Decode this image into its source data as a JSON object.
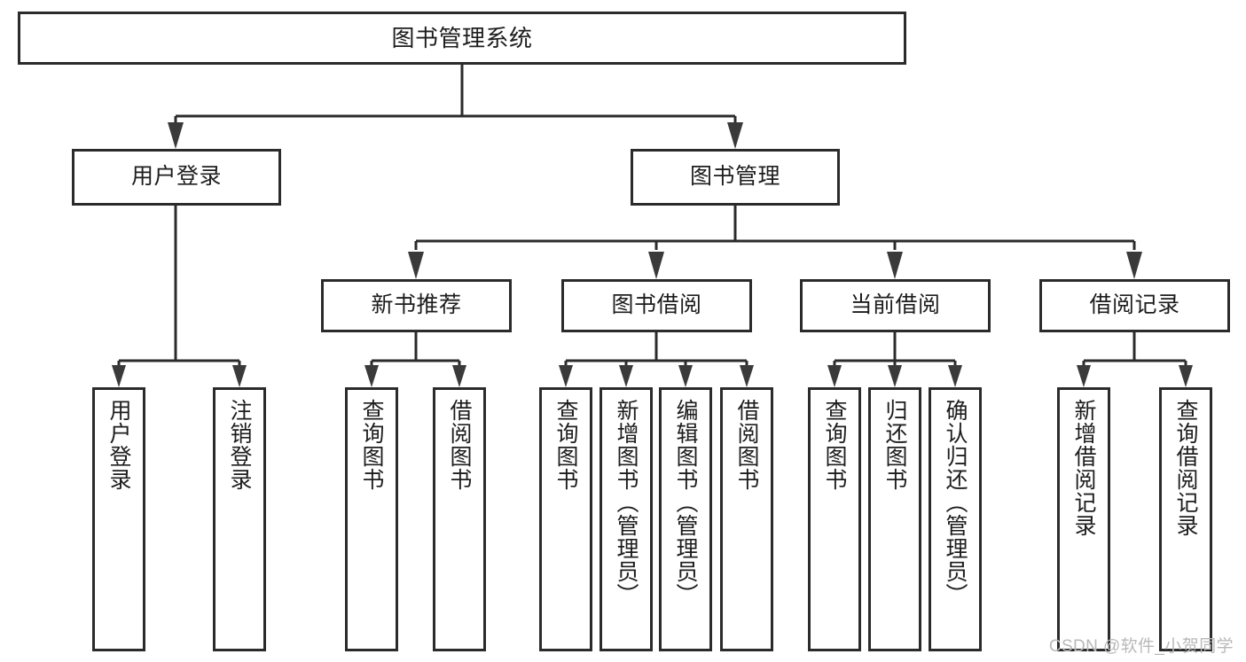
{
  "diagram": {
    "type": "tree-hierarchy",
    "title": "图书管理系统",
    "levels": 4,
    "colors": {
      "box_border": "#2b2b2b",
      "box_fill": "#ffffff",
      "connector": "#2b2b2b",
      "arrow": "#3a3a3a",
      "text": "#1d1d1d",
      "watermark": "#b9b9b9",
      "canvas": "#ffffff"
    }
  },
  "root": {
    "label": "图书管理系统"
  },
  "level2": [
    {
      "id": "user-login",
      "label": "用户登录"
    },
    {
      "id": "book-management",
      "label": "图书管理"
    }
  ],
  "level3": [
    {
      "id": "new-book-recommend",
      "label": "新书推荐",
      "parent": "book-management"
    },
    {
      "id": "book-borrow",
      "label": "图书借阅",
      "parent": "book-management"
    },
    {
      "id": "current-borrow",
      "label": "当前借阅",
      "parent": "book-management"
    },
    {
      "id": "borrow-record",
      "label": "借阅记录",
      "parent": "book-management"
    }
  ],
  "leaves": {
    "user_login": [
      {
        "id": "leaf-user-login",
        "label": "用户登录"
      },
      {
        "id": "leaf-logout",
        "label": "注销登录"
      }
    ],
    "new_book_recommend": [
      {
        "id": "leaf-query-book-1",
        "label": "查询图书"
      },
      {
        "id": "leaf-borrow-book-1",
        "label": "借阅图书"
      }
    ],
    "book_borrow": [
      {
        "id": "leaf-query-book-2",
        "label": "查询图书"
      },
      {
        "id": "leaf-add-book",
        "label": "新增图书（管理员）"
      },
      {
        "id": "leaf-edit-book",
        "label": "编辑图书（管理员）"
      },
      {
        "id": "leaf-borrow-book-2",
        "label": "借阅图书"
      }
    ],
    "current_borrow": [
      {
        "id": "leaf-query-book-3",
        "label": "查询图书"
      },
      {
        "id": "leaf-return-book",
        "label": "归还图书"
      },
      {
        "id": "leaf-confirm-return",
        "label": "确认归还（管理员）"
      }
    ],
    "borrow_record": [
      {
        "id": "leaf-add-record",
        "label": "新增借阅记录"
      },
      {
        "id": "leaf-query-record",
        "label": "查询借阅记录"
      }
    ]
  },
  "watermark": {
    "text": "CSDN @软件_小贺同学"
  }
}
